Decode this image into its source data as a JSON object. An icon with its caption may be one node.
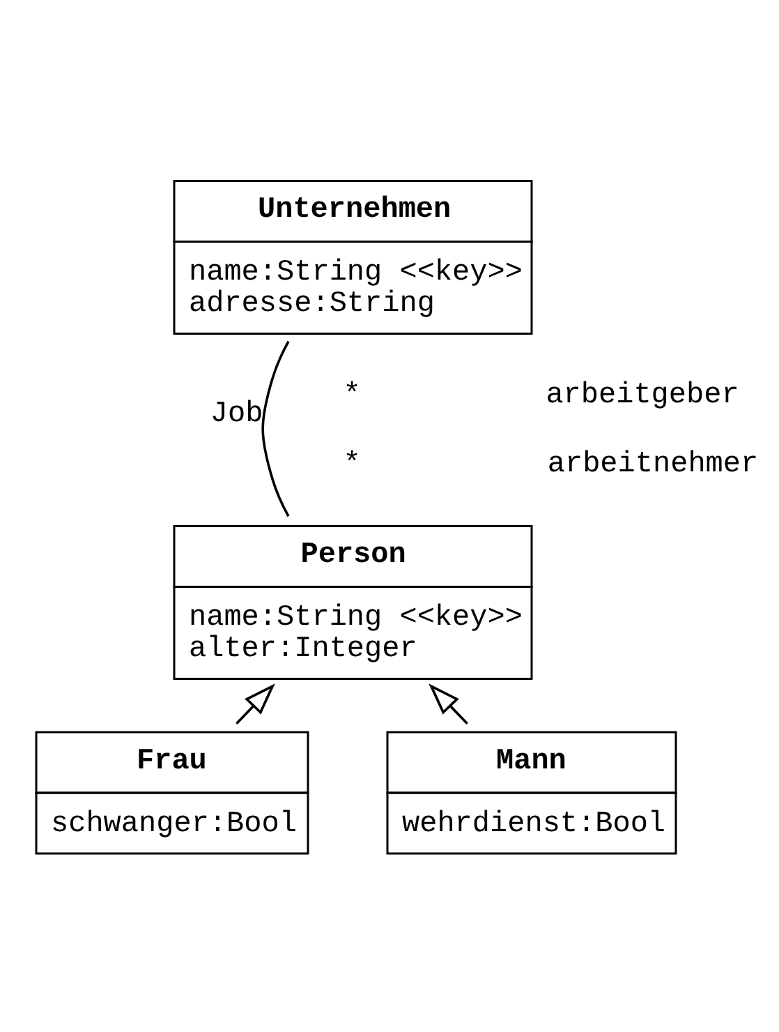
{
  "diagram": {
    "nodes": [
      {
        "text": [
          "Unternehmen",
          "name:String <<key>>",
          "adresse:String"
        ]
      },
      {
        "text": [
          "Person",
          "name:String <<key>>",
          "alter:Integer"
        ]
      },
      {
        "text": [
          "Frau",
          "schwanger:Bool"
        ]
      },
      {
        "text": [
          "Mann",
          "wehrdienst:Bool"
        ]
      }
    ],
    "edges": [
      {
        "from": 0,
        "to": 1,
        "arrow": "none",
        "label": "Job"
      },
      {
        "from": 2,
        "to": 1,
        "arrow": "to"
      },
      {
        "from": 3,
        "to": 1,
        "arrow": "to"
      }
    ],
    "labels": [
      "*",
      "arbeitgeber",
      "*",
      "arbeitnehmer"
    ]
  }
}
